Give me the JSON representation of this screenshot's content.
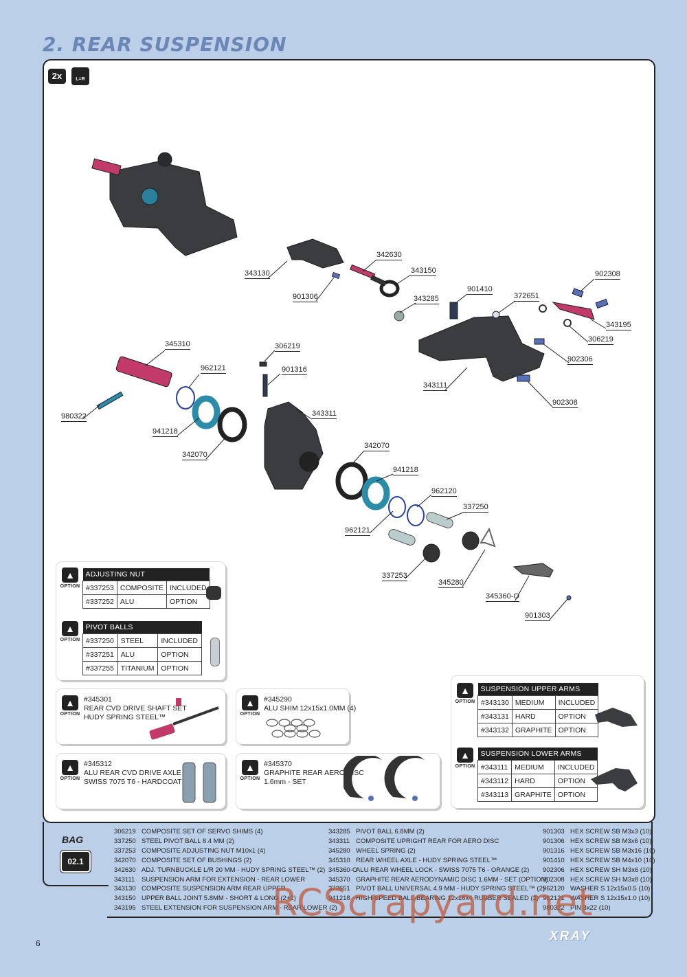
{
  "title": "2. REAR SUSPENSION",
  "badges": {
    "qty": "2x",
    "lr": "L=R"
  },
  "labels": [
    {
      "id": "343130",
      "t": "343130"
    },
    {
      "id": "342630",
      "t": "342630"
    },
    {
      "id": "343150",
      "t": "343150"
    },
    {
      "id": "901306",
      "t": "901306"
    },
    {
      "id": "343285",
      "t": "343285"
    },
    {
      "id": "901410",
      "t": "901410"
    },
    {
      "id": "372651",
      "t": "372651"
    },
    {
      "id": "902308a",
      "t": "902308"
    },
    {
      "id": "343195",
      "t": "343195"
    },
    {
      "id": "306219a",
      "t": "306219"
    },
    {
      "id": "902306",
      "t": "902306"
    },
    {
      "id": "343111",
      "t": "343111"
    },
    {
      "id": "902308b",
      "t": "902308"
    },
    {
      "id": "345310",
      "t": "345310"
    },
    {
      "id": "306219b",
      "t": "306219"
    },
    {
      "id": "962121a",
      "t": "962121"
    },
    {
      "id": "901316",
      "t": "901316"
    },
    {
      "id": "980322",
      "t": "980322"
    },
    {
      "id": "343311",
      "t": "343311"
    },
    {
      "id": "941218a",
      "t": "941218"
    },
    {
      "id": "342070a",
      "t": "342070"
    },
    {
      "id": "342070b",
      "t": "342070"
    },
    {
      "id": "941218b",
      "t": "941218"
    },
    {
      "id": "962120",
      "t": "962120"
    },
    {
      "id": "337250",
      "t": "337250"
    },
    {
      "id": "962121b",
      "t": "962121"
    },
    {
      "id": "337253",
      "t": "337253"
    },
    {
      "id": "345280",
      "t": "345280"
    },
    {
      "id": "345360",
      "t": "345360-O"
    },
    {
      "id": "901303",
      "t": "901303"
    }
  ],
  "option_label": "OPTION",
  "adjusting_nut": {
    "header": "ADJUSTING NUT",
    "rows": [
      [
        "#337253",
        "COMPOSITE",
        "INCLUDED"
      ],
      [
        "#337252",
        "ALU",
        "OPTION"
      ]
    ]
  },
  "pivot_balls": {
    "header": "PIVOT BALLS",
    "rows": [
      [
        "#337250",
        "STEEL",
        "INCLUDED"
      ],
      [
        "#337251",
        "ALU",
        "OPTION"
      ],
      [
        "#337255",
        "TITANIUM",
        "OPTION"
      ]
    ]
  },
  "upper_arms": {
    "header": "SUSPENSION UPPER ARMS",
    "rows": [
      [
        "#343130",
        "MEDIUM",
        "INCLUDED"
      ],
      [
        "#343131",
        "HARD",
        "OPTION"
      ],
      [
        "#343132",
        "GRAPHITE",
        "OPTION"
      ]
    ]
  },
  "lower_arms": {
    "header": "SUSPENSION LOWER ARMS",
    "rows": [
      [
        "#343111",
        "MEDIUM",
        "INCLUDED"
      ],
      [
        "#343112",
        "HARD",
        "OPTION"
      ],
      [
        "#343113",
        "GRAPHITE",
        "OPTION"
      ]
    ]
  },
  "opt_345301": {
    "l1": "#345301",
    "l2": "REAR CVD DRIVE SHAFT SET",
    "l3": "HUDY SPRING STEEL™"
  },
  "opt_345290": {
    "l1": "#345290",
    "l2": "ALU SHIM 12x15x1.0MM (4)"
  },
  "opt_345312": {
    "l1": "#345312",
    "l2": "ALU REAR CVD DRIVE AXLE",
    "l3": "SWISS 7075 T6 - HARDCOATED"
  },
  "opt_345370": {
    "l1": "#345370",
    "l2": "GRAPHITE REAR AERO DISC",
    "l3": "1.6mm - SET"
  },
  "bag": {
    "label": "BAG",
    "number": "02.1"
  },
  "parts_col1": [
    [
      "306219",
      "COMPOSITE SET OF SERVO SHIMS (4)"
    ],
    [
      "337250",
      "STEEL PIVOT BALL 8.4 MM (2)"
    ],
    [
      "337253",
      "COMPOSITE ADJUSTING NUT M10x1 (4)"
    ],
    [
      "342070",
      "COMPOSITE SET OF BUSHINGS (2)"
    ],
    [
      "342630",
      "ADJ. TURNBUCKLE L/R 20 MM  - HUDY SPRING STEEL™ (2)"
    ],
    [
      "343111",
      "SUSPENSION ARM FOR EXTENSION - REAR LOWER"
    ],
    [
      "343130",
      "COMPOSITE SUSPENSION ARM REAR UPPER"
    ],
    [
      "343150",
      "UPPER BALL JOINT 5.8MM - SHORT & LONG (2+2)"
    ],
    [
      "343195",
      "STEEL EXTENSION FOR SUSPENSION ARM - REAR LOWER (2)"
    ]
  ],
  "parts_col2": [
    [
      "343285",
      "PIVOT BALL 6.8MM (2)"
    ],
    [
      "343311",
      "COMPOSITE UPRIGHT REAR FOR AERO DISC"
    ],
    [
      "345280",
      "WHEEL SPRING (2)"
    ],
    [
      "345310",
      "REAR WHEEL AXLE - HUDY SPRING STEEL™"
    ],
    [
      "345360-O",
      "ALU REAR WHEEL LOCK - SWISS 7075 T6 - ORANGE (2)"
    ],
    [
      "345370",
      "GRAPHITE REAR AERODYNAMIC DISC 1.6MM - SET (OPTION)"
    ],
    [
      "372651",
      "PIVOT BALL UNIVERSAL 4.9 MM - HUDY SPRING STEEL™ (2)"
    ],
    [
      "941218",
      "HIGH-SPEED BALL-BEARING 12x18x4 RUBBER SEALED  (2)"
    ]
  ],
  "parts_col3": [
    [
      "901303",
      "HEX SCREW SB M3x3  (10)"
    ],
    [
      "901306",
      "HEX SCREW SB M3x6  (10)"
    ],
    [
      "901316",
      "HEX SCREW SB M3x16  (10)"
    ],
    [
      "901410",
      "HEX SCREW SB M4x10  (10)"
    ],
    [
      "902306",
      "HEX SCREW SH M3x6  (10)"
    ],
    [
      "902308",
      "HEX SCREW SH M3x8  (10)"
    ],
    [
      "962120",
      "WASHER S 12x15x0.5  (10)"
    ],
    [
      "962121",
      "WASHER S 12x15x1.0  (10)"
    ],
    [
      "980322",
      "PIN 3x22  (10)"
    ]
  ],
  "page_number": "6",
  "watermark": "RCScrapyard.net",
  "brand": "XRAY"
}
